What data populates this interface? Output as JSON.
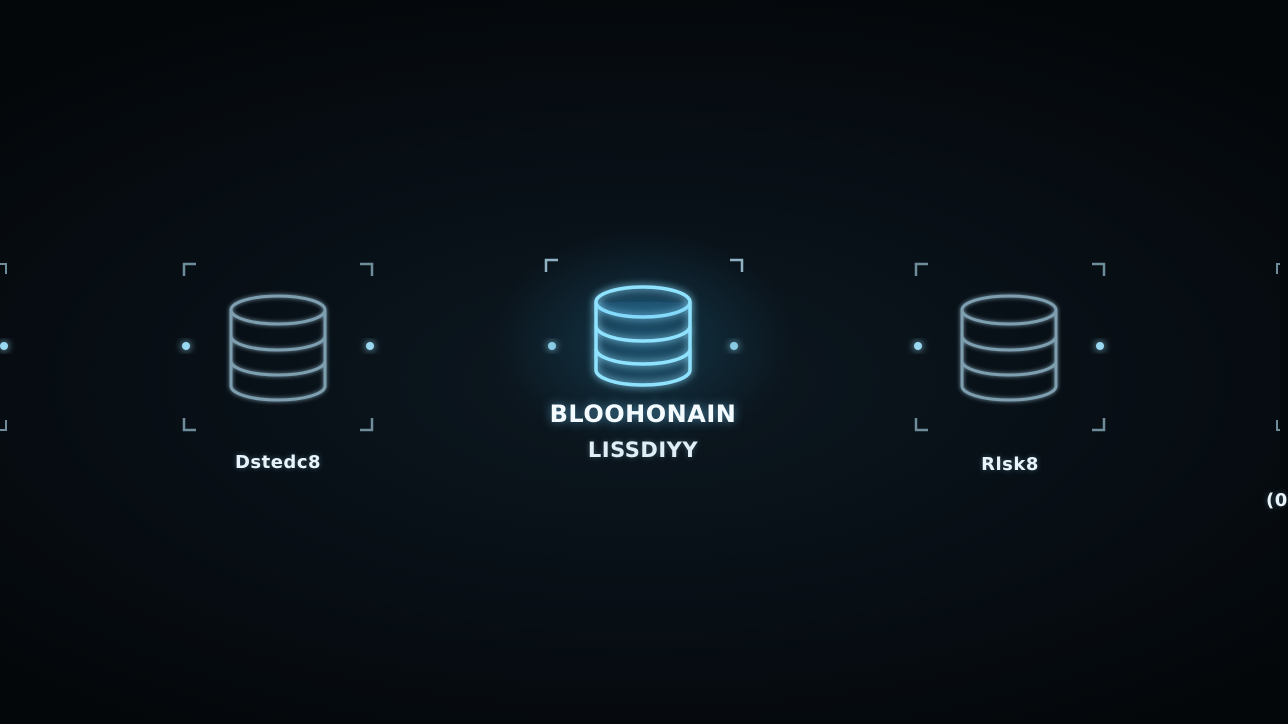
{
  "nodes": [
    {
      "id": "left",
      "label": "Dstedc8",
      "highlighted": false
    },
    {
      "id": "center",
      "label": "BLOOHONAIN",
      "sublabel": "LISSDIYY",
      "highlighted": true
    },
    {
      "id": "right",
      "label": "Rlsk8",
      "highlighted": false
    }
  ],
  "edge_label": "(0",
  "colors": {
    "background": "#05080b",
    "line": "#5fb4d8",
    "node_dim": "#7e9fb0",
    "node_glow": "#8fe3ff",
    "bracket": "#6f8c9a"
  },
  "icons": {
    "node": "database-icon",
    "connector": "dot-icon"
  }
}
